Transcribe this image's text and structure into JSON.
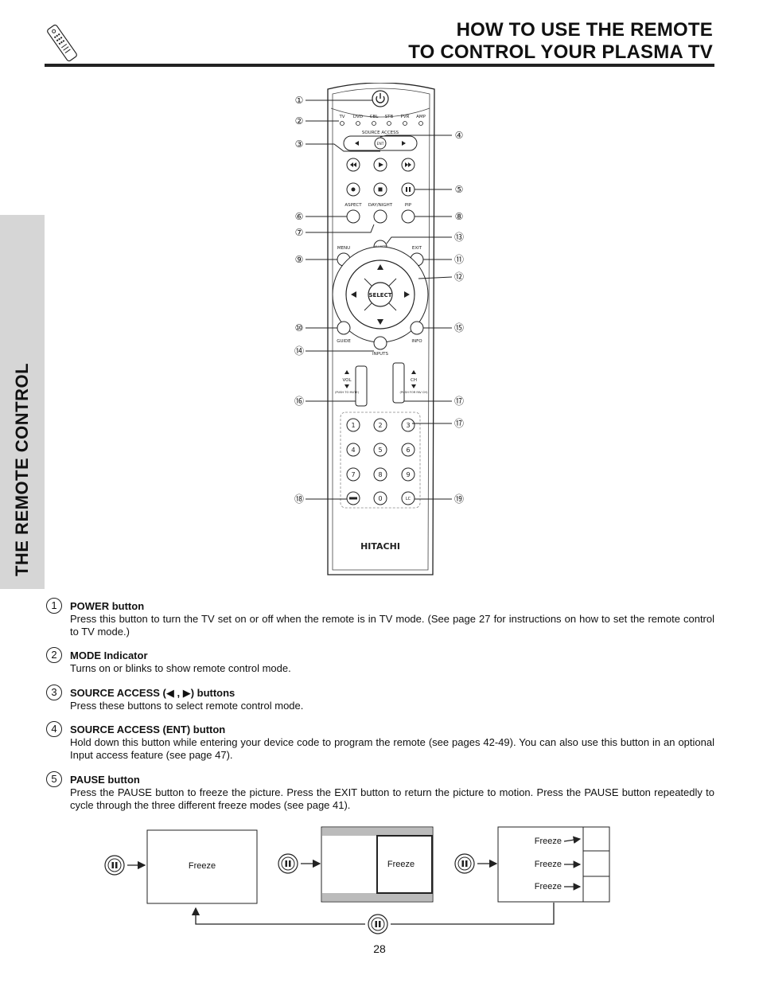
{
  "header": {
    "title_line1": "HOW TO USE THE REMOTE",
    "title_line2": "TO CONTROL YOUR PLASMA TV",
    "side_label": "THE REMOTE CONTROL"
  },
  "remote": {
    "mode_labels": [
      "TV",
      "DVD",
      "CBL",
      "STB",
      "PVR",
      "AMP"
    ],
    "source_access_label": "SOURCE ACCESS",
    "ent_label": "ENT",
    "aspect_label": "ASPECT",
    "daynight_label": "DAY/NIGHT",
    "pip_label": "PIP",
    "menu_label": "MENU",
    "avnet_label": "AV NET",
    "exit_label": "EXIT",
    "select_label": "SELECT",
    "guide_label": "GUIDE",
    "info_label": "INFO",
    "inputs_label": "INPUTS",
    "vol_label": "VOL",
    "vol_sub": "(PUSH TO MUTE)",
    "ch_label": "CH",
    "ch_sub": "(PUSH FOR FAV CH)",
    "digits": [
      "1",
      "2",
      "3",
      "4",
      "5",
      "6",
      "7",
      "8",
      "9",
      "0"
    ],
    "lc_label": "LC",
    "brand": "HITACHI",
    "callouts_left": [
      "①",
      "②",
      "③",
      "⑥",
      "⑦",
      "⑨",
      "⑩",
      "⑭",
      "⑯",
      "⑱"
    ],
    "callouts_right": [
      "④",
      "⑤",
      "⑧",
      "⑬",
      "⑪",
      "⑫",
      "⑮",
      "⑰",
      "⑰",
      "⑲"
    ]
  },
  "descriptions": [
    {
      "num": "1",
      "heading": "POWER button",
      "text": "Press this button to turn the TV set on or off when the remote is in TV mode.  (See page 27 for instructions on how to set the remote control to TV mode.)"
    },
    {
      "num": "2",
      "heading": "MODE Indicator",
      "text": "Turns on or blinks to show remote control mode."
    },
    {
      "num": "3",
      "heading": "SOURCE ACCESS (◀ , ▶) buttons",
      "text": "Press these buttons to select remote control mode."
    },
    {
      "num": "4",
      "heading": "SOURCE ACCESS (ENT) button",
      "text": "Hold down this button while entering your device code to program the remote (see pages 42-49).  You can also use this button in an optional Input access feature (see page 47)."
    },
    {
      "num": "5",
      "heading": "PAUSE button",
      "text": "Press the PAUSE button to freeze the picture.  Press the EXIT button to return the picture to motion.  Press the PAUSE button repeatedly to cycle through the three different freeze modes (see page 41)."
    }
  ],
  "freeze_diagram": {
    "label_single": "Freeze",
    "label_split": "Freeze",
    "labels_triple": [
      "Freeze",
      "Freeze",
      "Freeze"
    ]
  },
  "page_number": "28"
}
